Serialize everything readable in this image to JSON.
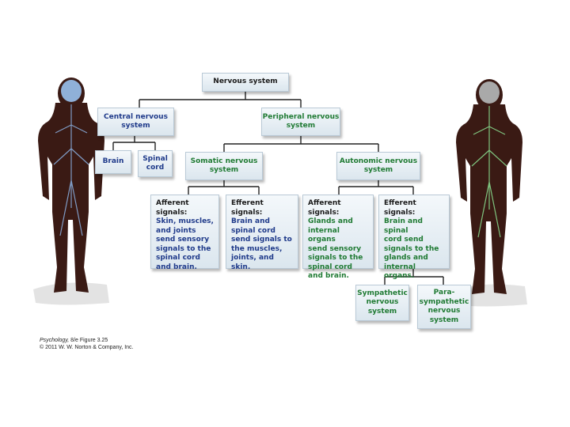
{
  "colors": {
    "central": "#1f3a8a",
    "peripheral": "#1f7a33",
    "root": "#1a1a1a"
  },
  "root": "Nervous system",
  "central": {
    "label": "Central nervous\nsystem",
    "children": [
      "Brain",
      "Spinal\ncord"
    ]
  },
  "peripheral": {
    "label": "Peripheral nervous\nsystem",
    "somatic": {
      "label": "Somatic nervous\nsystem"
    },
    "autonomic": {
      "label": "Autonomic nervous\nsystem",
      "children": [
        "Sympathetic\nnervous\nsystem",
        "Para-\nsympathetic\nnervous\nsystem"
      ]
    }
  },
  "signals": [
    {
      "title": "Afferent signals:",
      "text": "Skin, muscles,\nand joints\nsend sensory\nsignals to the\nspinal cord\nand brain."
    },
    {
      "title": "Efferent signals:",
      "text": "Brain and\nspinal cord\nsend signals to\nthe muscles,\njoints, and skin."
    },
    {
      "title": "Afferent signals:",
      "text": "Glands and\ninternal organs\nsend sensory\nsignals to the\nspinal cord\nand brain."
    },
    {
      "title": "Efferent signals:",
      "text": "Brain and spinal\ncord send\nsignals to the\nglands and\ninternal organs."
    }
  ],
  "credit": {
    "book": "Psychology,",
    "figure": " 8/e Figure 3.25",
    "copyright": "© 2011 W. W. Norton & Company, Inc."
  }
}
